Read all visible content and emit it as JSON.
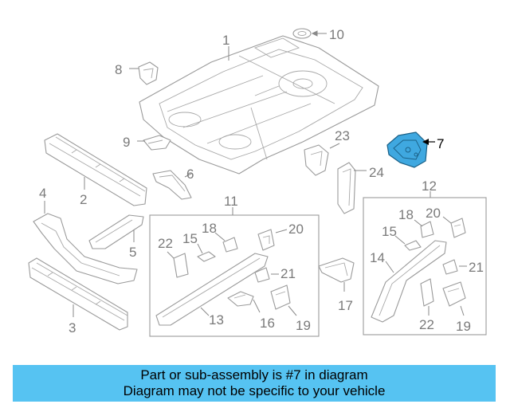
{
  "diagram": {
    "highlight_color": "#3fa8e0",
    "callouts": {
      "c1": "1",
      "c2": "2",
      "c3": "3",
      "c4": "4",
      "c5": "5",
      "c6": "6",
      "c7": "7",
      "c8": "8",
      "c9": "9",
      "c10": "10",
      "c11": "11",
      "c12": "12",
      "c13": "13",
      "c14": "14",
      "c16": "16",
      "c17": "17",
      "c19": "19",
      "c21": "21",
      "c22": "22",
      "c23": "23",
      "c24": "24",
      "c15": "15",
      "c18": "18",
      "c20": "20"
    }
  },
  "banner": {
    "line1": "Part or sub-assembly is #7 in diagram",
    "line2": "Diagram may not be specific to your vehicle",
    "color": "#56c3f2"
  }
}
